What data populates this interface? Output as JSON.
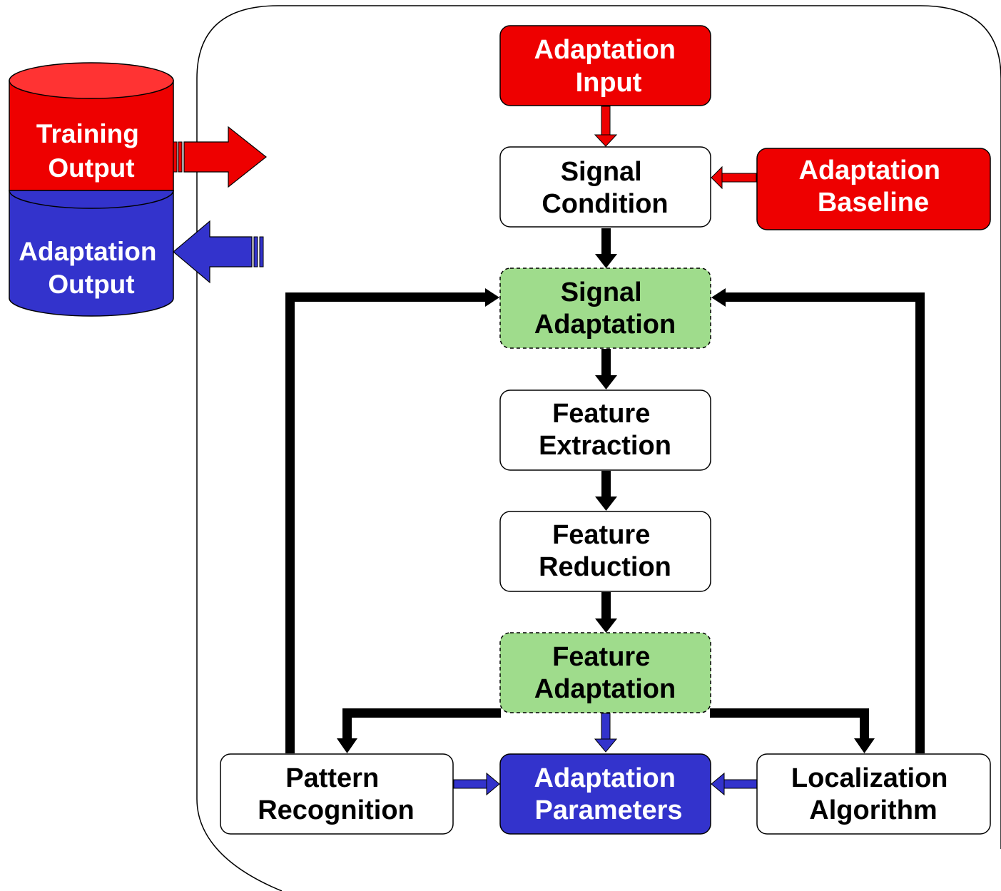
{
  "colors": {
    "red": "#ee0000",
    "blue": "#3333cc",
    "green": "#9fdc8c",
    "white": "#ffffff",
    "black": "#000000"
  },
  "cylinder": {
    "training_output": [
      "Training",
      "Output"
    ],
    "adaptation_output": [
      "Adaptation",
      "Output"
    ]
  },
  "nodes": {
    "adaptation_input": [
      "Adaptation",
      "Input"
    ],
    "signal_condition": [
      "Signal",
      "Condition"
    ],
    "adaptation_baseline": [
      "Adaptation",
      "Baseline"
    ],
    "signal_adaptation": [
      "Signal",
      "Adaptation"
    ],
    "feature_extraction": [
      "Feature",
      "Extraction"
    ],
    "feature_reduction": [
      "Feature",
      "Reduction"
    ],
    "feature_adaptation": [
      "Feature",
      "Adaptation"
    ],
    "pattern_recognition": [
      "Pattern",
      "Recognition"
    ],
    "adaptation_parameters": [
      "Adaptation",
      "Parameters"
    ],
    "localization_algorithm": [
      "Localization",
      "Algorithm"
    ]
  }
}
